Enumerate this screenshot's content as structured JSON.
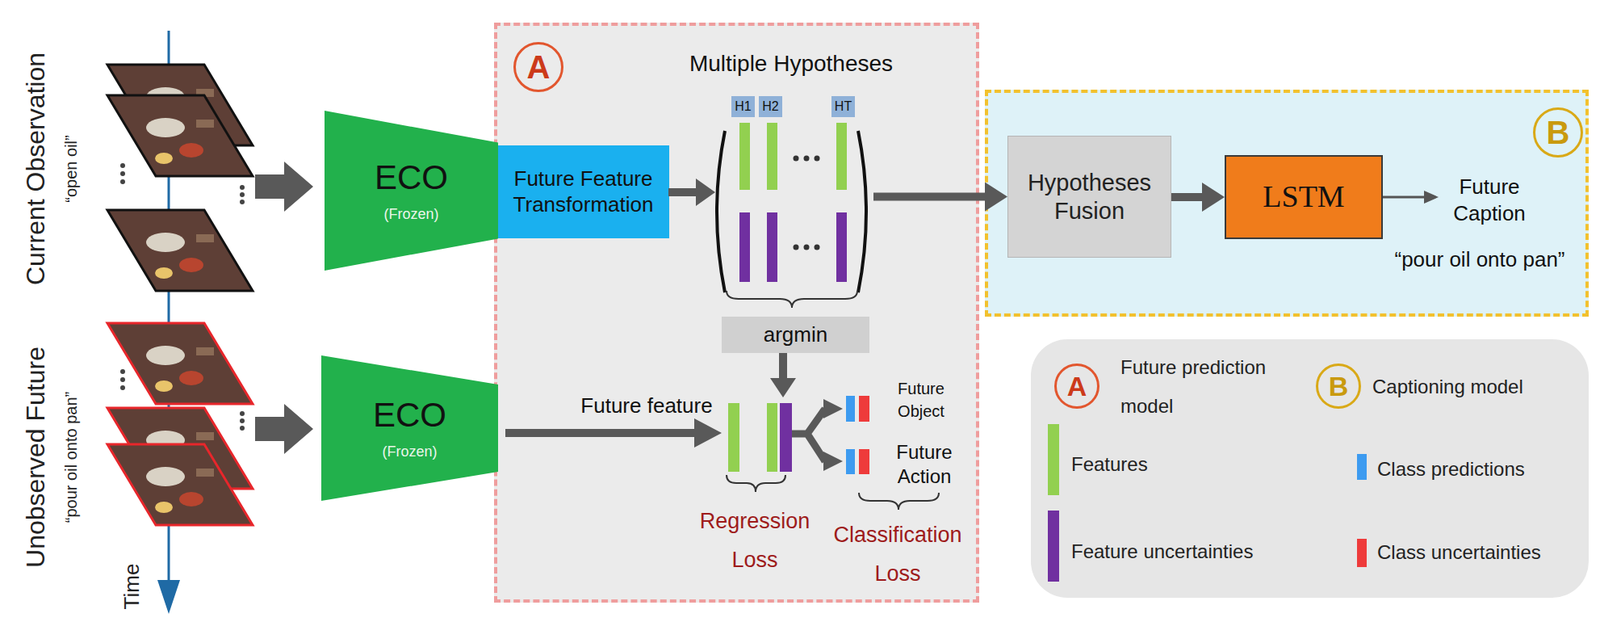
{
  "diagram": {
    "nodes": [
      {
        "text": [
          "ECO",
          "(Frozen)"
        ]
      },
      {
        "text": [
          "ECO",
          "(Frozen)"
        ]
      },
      {
        "text": [
          "A"
        ]
      },
      {
        "text": [
          "Future Feature Transformation"
        ],
        "in": 2
      },
      {
        "text": [
          "H1"
        ],
        "in": 2
      },
      {
        "text": [
          "H2"
        ],
        "in": 2
      },
      {
        "text": [
          "HT"
        ],
        "in": 2
      },
      {
        "text": [
          "argmin"
        ],
        "in": 2
      },
      {
        "text": [
          "B"
        ]
      },
      {
        "text": [
          "Hypotheses Fusion"
        ],
        "in": 8
      },
      {
        "text": [
          "LSTM"
        ],
        "in": 8
      }
    ],
    "edges": [
      {
        "from": 2,
        "to": 9,
        "arrow": "to"
      },
      {
        "from": 9,
        "to": 10,
        "arrow": "to"
      }
    ],
    "labels": [
      "Current Observation",
      "“open oil”",
      "Unobserved Future",
      "“pour oil onto pan”",
      "Time",
      "Multiple Hypotheses",
      "Future feature",
      "Future Object",
      "Future Action",
      "Regression Loss",
      "Classification Loss",
      "Future Caption",
      "“pour oil onto pan”",
      "A",
      "B"
    ],
    "legend": [
      {
        "text": "Future prediction model"
      },
      {
        "text": "Captioning model"
      },
      {
        "text": "Features",
        "color": "#92d050"
      },
      {
        "text": "Feature uncertainties",
        "color": "#7030a0"
      },
      {
        "text": "Class predictions",
        "color": "#3d9bf0"
      },
      {
        "text": "Class uncertainties",
        "color": "#ee3b3b"
      }
    ]
  }
}
